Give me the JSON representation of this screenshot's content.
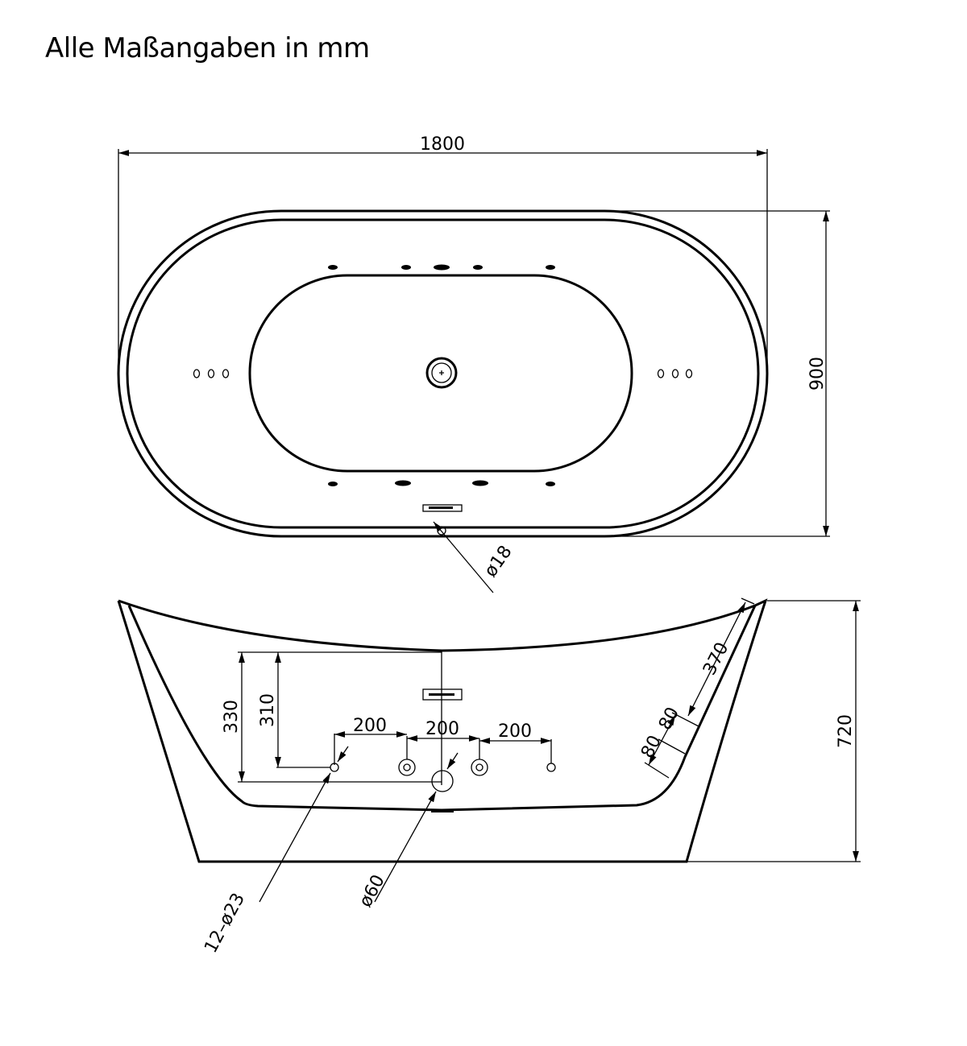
{
  "title": "Alle Maßangaben in mm",
  "top_view": {
    "length": "1800",
    "width": "900",
    "overflow_hole": "ø18"
  },
  "side_view": {
    "height": "720",
    "jet_height_1": "330",
    "jet_height_2": "310",
    "spacing_1": "200",
    "spacing_2": "200",
    "spacing_3": "200",
    "rim_length": "370",
    "step_1": "80",
    "step_2": "80",
    "jets": "12–ø23",
    "drain": "ø60"
  }
}
